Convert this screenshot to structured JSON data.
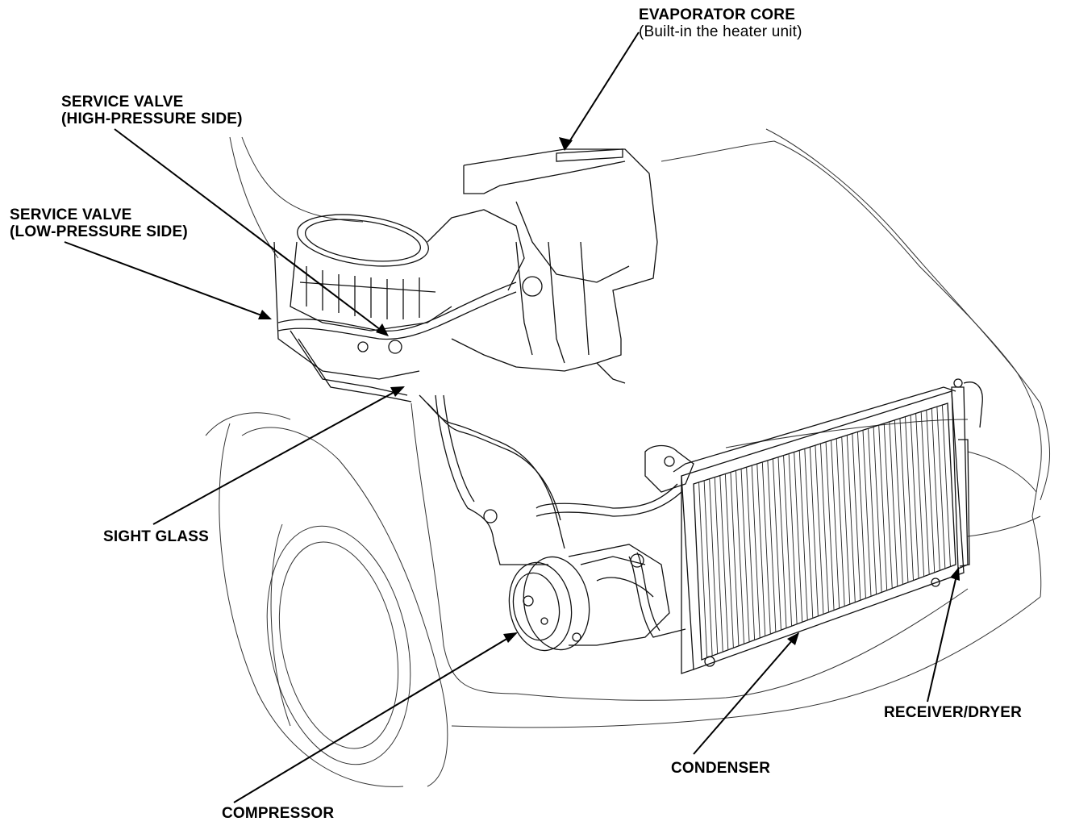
{
  "labels": {
    "evaporator": {
      "title": "EVAPORATOR CORE",
      "subtitle": "(Built-in the heater unit)"
    },
    "service_high": {
      "line1": "SERVICE VALVE",
      "line2": "(HIGH-PRESSURE SIDE)"
    },
    "service_low": {
      "line1": "SERVICE VALVE",
      "line2": "(LOW-PRESSURE SIDE)"
    },
    "sight_glass": "SIGHT GLASS",
    "compressor": "COMPRESSOR",
    "condenser": "CONDENSER",
    "receiver_dryer": "RECEIVER/DRYER"
  }
}
